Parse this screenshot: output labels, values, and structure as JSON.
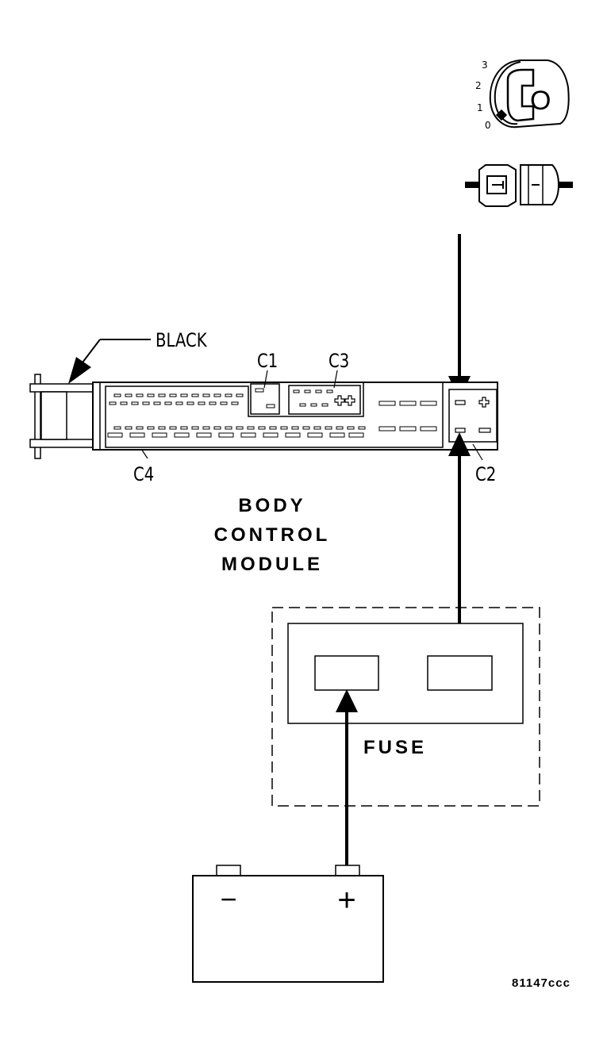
{
  "labels": {
    "black": "BLACK",
    "c1": "C1",
    "c2": "C2",
    "c3": "C3",
    "c4": "C4",
    "module_line1": "BODY",
    "module_line2": "CONTROL",
    "module_line3": "MODULE",
    "fuse": "FUSE",
    "battery_negative": "−",
    "battery_positive": "+",
    "figure_code": "81147ccc"
  },
  "ignition_switch": {
    "positions": [
      "3",
      "2",
      "1",
      "0"
    ],
    "cylinder_letter": "O"
  }
}
